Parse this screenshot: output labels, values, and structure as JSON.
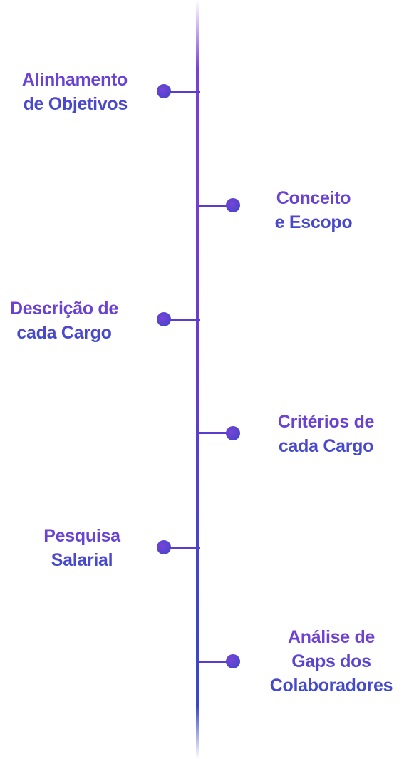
{
  "timeline": {
    "steps": [
      {
        "lines": [
          "Alinhamento",
          "de Objetivos"
        ],
        "side": "left"
      },
      {
        "lines": [
          "Conceito",
          "e Escopo"
        ],
        "side": "right"
      },
      {
        "lines": [
          "Descrição de",
          "cada Cargo"
        ],
        "side": "left"
      },
      {
        "lines": [
          "Critérios de",
          "cada Cargo"
        ],
        "side": "right"
      },
      {
        "lines": [
          "Pesquisa",
          "Salarial"
        ],
        "side": "left"
      },
      {
        "lines": [
          "Análise de",
          "Gaps dos",
          "Colaboradores"
        ],
        "side": "right"
      }
    ],
    "colors": {
      "purple": "#7a3fd4",
      "blue": "#3a4cc8"
    }
  }
}
